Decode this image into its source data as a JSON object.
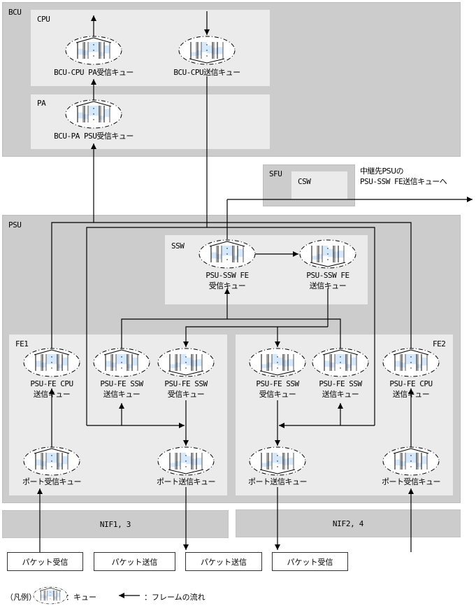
{
  "units": {
    "bcu": {
      "label": "BCU",
      "cpu": {
        "label": "CPU",
        "queues": [
          {
            "label": "BCU-CPU PA受信キュー",
            "type": "receive"
          },
          {
            "label": "BCU-CPU送信キュー",
            "type": "send"
          }
        ]
      },
      "pa": {
        "label": "PA",
        "queues": [
          {
            "label": "BCU-PA PSU受信キュー",
            "type": "receive"
          }
        ]
      }
    },
    "sfu": {
      "label": "SFU",
      "csw": {
        "label": "CSW"
      }
    },
    "relay_note": {
      "line1": "中継先PSUの",
      "line2": "PSU-SSW FE送信キューへ"
    },
    "psu": {
      "label": "PSU",
      "ssw": {
        "label": "SSW",
        "queues": [
          {
            "line1": "PSU-SSW FE",
            "line2": "受信キュー",
            "type": "receive"
          },
          {
            "line1": "PSU-SSW FE",
            "line2": "送信キュー",
            "type": "send"
          }
        ]
      },
      "fe1": {
        "label": "FE1",
        "queues": [
          {
            "line1": "PSU-FE CPU",
            "line2": "送信キュー",
            "type": "receive"
          },
          {
            "line1": "PSU-FE SSW",
            "line2": "送信キュー",
            "type": "receive"
          },
          {
            "line1": "PSU-FE SSW",
            "line2": "受信キュー",
            "type": "send"
          },
          {
            "line1": "ポート受信キュー",
            "line2": "",
            "type": "receive"
          },
          {
            "line1": "ポート送信キュー",
            "line2": "",
            "type": "send"
          }
        ]
      },
      "fe2": {
        "label": "FE2",
        "queues": [
          {
            "line1": "PSU-FE SSW",
            "line2": "受信キュー",
            "type": "send"
          },
          {
            "line1": "PSU-FE SSW",
            "line2": "送信キュー",
            "type": "receive"
          },
          {
            "line1": "PSU-FE CPU",
            "line2": "送信キュー",
            "type": "receive"
          },
          {
            "line1": "ポート送信キュー",
            "line2": "",
            "type": "send"
          },
          {
            "line1": "ポート受信キュー",
            "line2": "",
            "type": "receive"
          }
        ]
      }
    },
    "nif": [
      {
        "label": "NIF1, 3"
      },
      {
        "label": "NIF2, 4"
      }
    ],
    "packets": [
      {
        "label": "パケット受信"
      },
      {
        "label": "パケット送信"
      },
      {
        "label": "パケット送信"
      },
      {
        "label": "パケット受信"
      }
    ]
  },
  "legend": {
    "prefix": "（凡例）",
    "queue_text": "：キュー",
    "flow_text": "：フレームの流れ"
  },
  "colors": {
    "outer_box": "#cccccc",
    "inner_box": "#ebebeb",
    "queue_fill": "#d6e8fb",
    "line": "#000000"
  }
}
